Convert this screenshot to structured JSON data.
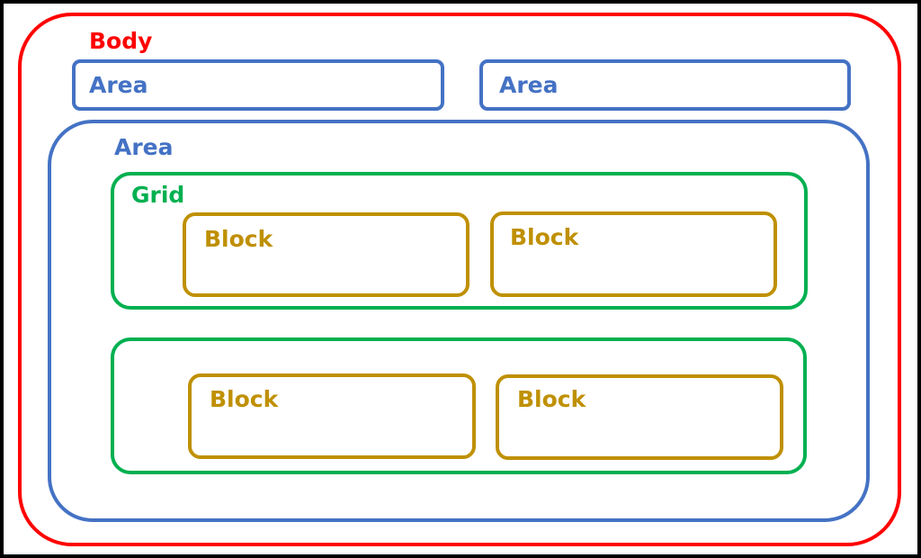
{
  "diagram": {
    "body": {
      "label": "Body"
    },
    "areas": [
      {
        "label": "Area"
      },
      {
        "label": "Area"
      },
      {
        "label": "Area"
      }
    ],
    "grids": [
      {
        "label": "Grid"
      },
      {
        "label": ""
      }
    ],
    "blocks": [
      {
        "label": "Block"
      },
      {
        "label": "Block"
      },
      {
        "label": "Block"
      },
      {
        "label": "Block"
      }
    ]
  },
  "colors": {
    "body": "#ff0000",
    "area": "#4472c4",
    "grid": "#00b050",
    "block": "#bf9000",
    "outer_frame": "#000000"
  }
}
